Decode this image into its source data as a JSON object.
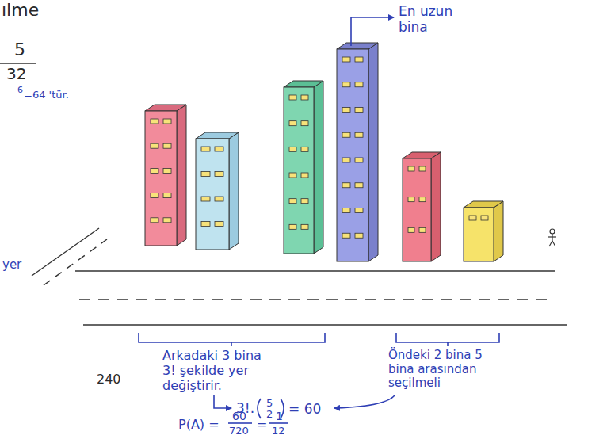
{
  "diagram": {
    "labels": [
      "ılme",
      "5",
      "32",
      "6",
      "=64 'tür.",
      "yer",
      "240",
      "En uzun bina",
      "Arkadaki 3 bina 3! şekilde yer değiştirir.",
      "Öndeki 2 bina 5 bina arasından seçilmeli",
      "3!.",
      "5",
      "2",
      "= 60",
      "P(A) =",
      "60",
      "720",
      "=",
      "1",
      "12"
    ]
  }
}
